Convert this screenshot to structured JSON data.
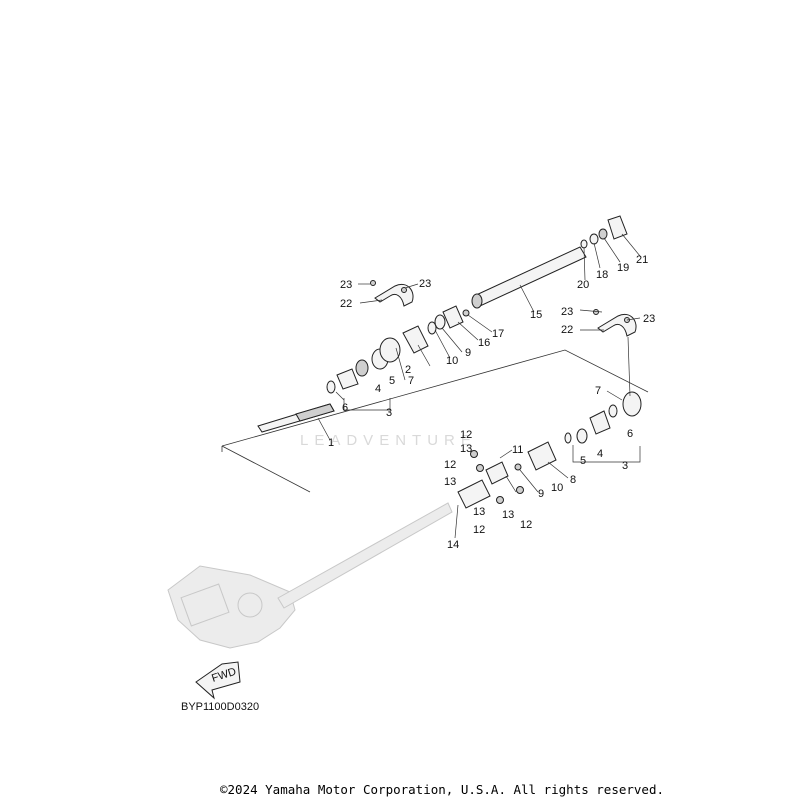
{
  "diagram": {
    "code": "BYP1100D0320",
    "copyright": "©2024 Yamaha Motor Corporation, U.S.A. All rights reserved.",
    "watermark": "LEADVENTURE",
    "fwd_label": "FWD",
    "callouts": {
      "c1": "1",
      "c2": "2",
      "c3a": "3",
      "c3b": "3",
      "c4a": "4",
      "c4b": "4",
      "c5a": "5",
      "c5b": "5",
      "c6a": "6",
      "c6b": "6",
      "c7a": "7",
      "c7b": "7",
      "c8": "8",
      "c9a": "9",
      "c9b": "9",
      "c10a": "10",
      "c10b": "10",
      "c11": "11",
      "c12a": "12",
      "c12b": "12",
      "c12c": "12",
      "c12d": "12",
      "c13a": "13",
      "c13b": "13",
      "c13c": "13",
      "c13d": "13",
      "c14": "14",
      "c15": "15",
      "c16": "16",
      "c17": "17",
      "c18": "18",
      "c19": "19",
      "c20": "20",
      "c21": "21",
      "c22a": "22",
      "c22b": "22",
      "c23a": "23",
      "c23b": "23",
      "c23c": "23",
      "c23d": "23"
    }
  }
}
